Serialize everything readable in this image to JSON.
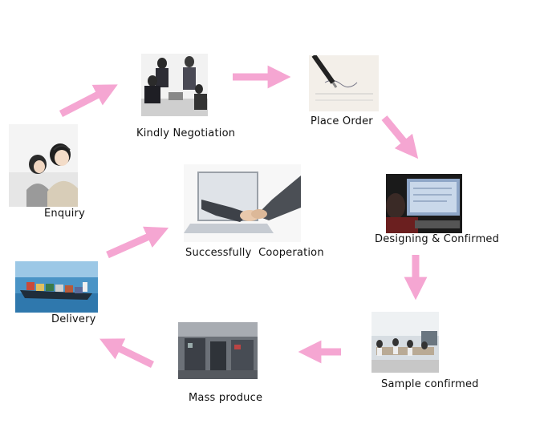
{
  "steps": {
    "enquiry": {
      "label": "Enquiry",
      "image": "customer-service-headset-photo"
    },
    "negotiation": {
      "label": "Kindly Negotiation",
      "image": "business-meeting-photo"
    },
    "place_order": {
      "label": "Place Order",
      "image": "pen-signing-document-photo"
    },
    "designing": {
      "label": "Designing & Confirmed",
      "image": "computer-screen-photo"
    },
    "sample": {
      "label": "Sample confirmed",
      "image": "workshop-sample-room-photo"
    },
    "mass_produce": {
      "label": "Mass produce",
      "image": "factory-machinery-photo"
    },
    "delivery": {
      "label": "Delivery",
      "image": "container-ship-photo"
    },
    "cooperation": {
      "label": "Successfully  Cooperation",
      "image": "handshake-laptop-photo"
    }
  },
  "colors": {
    "arrow": "#f5a6d2",
    "text": "#111111"
  }
}
